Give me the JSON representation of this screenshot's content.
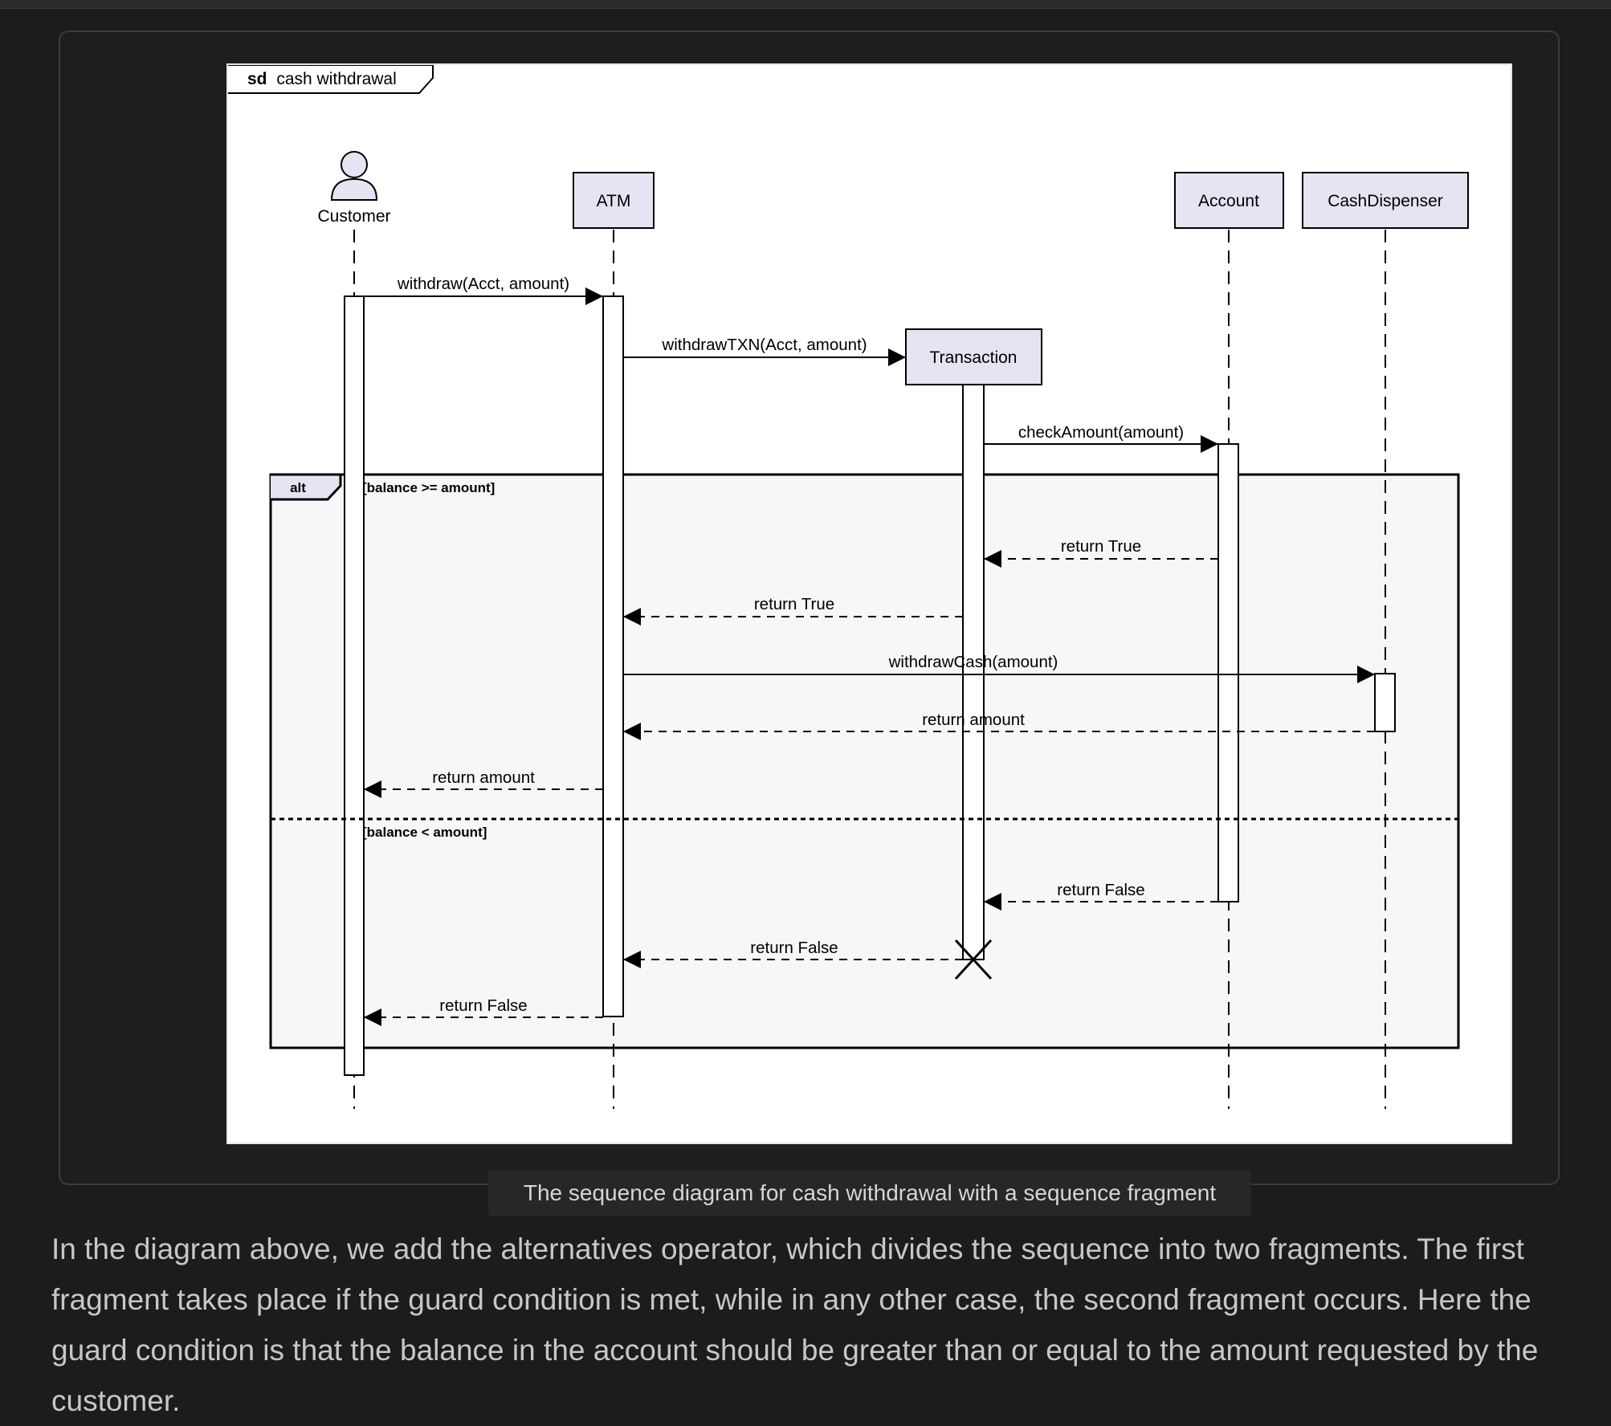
{
  "frame_title": {
    "keyword": "sd",
    "name": "cash withdrawal"
  },
  "participants": {
    "customer": "Customer",
    "atm": "ATM",
    "account": "Account",
    "cash_dispenser": "CashDispenser",
    "transaction": "Transaction"
  },
  "messages": {
    "withdraw": "withdraw(Acct, amount)",
    "withdraw_txn": "withdrawTXN(Acct, amount)",
    "check_amount": "checkAmount(amount)",
    "return_true_account": "return True",
    "return_true_transaction": "return True",
    "withdraw_cash": "withdrawCash(amount)",
    "return_amount_dispenser": "return amount",
    "return_amount_atm": "return amount",
    "return_false_account": "return False",
    "return_false_transaction": "return False",
    "return_false_atm": "return False"
  },
  "fragment": {
    "operator": "alt",
    "guard_1": "[balance >= amount]",
    "guard_2": "[balance < amount]"
  },
  "caption": "The sequence diagram for cash withdrawal with a sequence fragment",
  "paragraph": "In the diagram above, we add the alternatives operator, which divides the sequence into two fragments. The first fragment takes place if the guard condition is met, while in any other case, the second fragment occurs. Here the guard condition is that the balance in the account should be greater than or equal to the amount requested by the customer.",
  "colors": {
    "page_background": "#1c1c1e",
    "participant_fill": "#e5e4f2",
    "fragment_fill": "#f7f7fa",
    "line": "#000000"
  }
}
